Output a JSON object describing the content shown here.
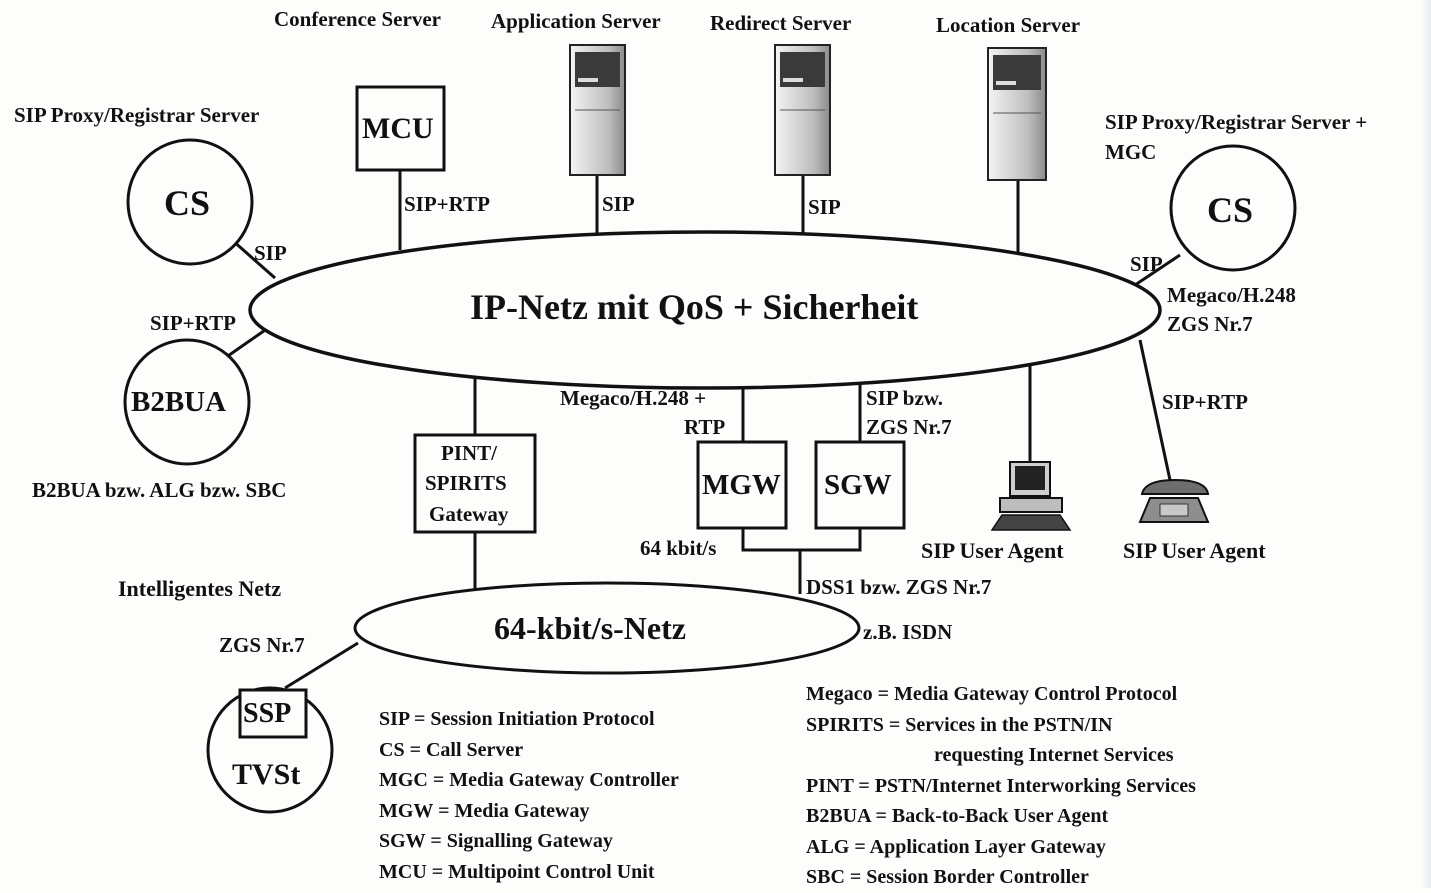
{
  "top_labels": {
    "conference_server": "Conference Server",
    "application_server": "Application Server",
    "redirect_server": "Redirect Server",
    "location_server": "Location Server",
    "sip_proxy_left": "SIP Proxy/Registrar Server",
    "sip_proxy_right_1": "SIP Proxy/Registrar Server +",
    "sip_proxy_right_2": "MGC"
  },
  "nodes": {
    "mcu": "MCU",
    "cs_left": "CS",
    "cs_right": "CS",
    "b2bua": "B2BUA",
    "pint_1": "PINT/",
    "pint_2": "SPIRITS",
    "pint_3": "Gateway",
    "mgw": "MGW",
    "sgw": "SGW",
    "ssp": "SSP",
    "tvst": "TVSt"
  },
  "networks": {
    "ip": "IP-Netz mit QoS + Sicherheit",
    "isdn": "64-kbit/s-Netz"
  },
  "link_labels": {
    "mcu_link": "SIP+RTP",
    "app_link": "SIP",
    "redirect_link": "SIP",
    "cs_left_link": "SIP",
    "b2bua_link": "SIP+RTP",
    "cs_right_link": "SIP",
    "mgc_link_1": "Megaco/H.248",
    "mgc_link_2": "ZGS Nr.7",
    "mgw_link_1": "Megaco/H.248 +",
    "mgw_link_2": "RTP",
    "sgw_link_1": "SIP bzw.",
    "sgw_link_2": "ZGS Nr.7",
    "phone_link": "SIP+RTP",
    "kbit": "64 kbit/s",
    "dss1": "DSS1 bzw. ZGS Nr.7",
    "isdn_example": "z.B. ISDN",
    "zgs": "ZGS Nr.7"
  },
  "captions": {
    "b2bua_caption": "B2BUA bzw. ALG bzw. SBC",
    "intelligent_net": "Intelligentes Netz",
    "ua_pc": "SIP User Agent",
    "ua_phone": "SIP User Agent"
  },
  "legend_left": [
    "SIP = Session Initiation Protocol",
    "CS = Call Server",
    "MGC = Media Gateway Controller",
    "MGW = Media Gateway",
    "SGW = Signalling Gateway",
    "MCU = Multipoint Control Unit"
  ],
  "legend_right": {
    "megaco": "Megaco = Media Gateway Control Protocol",
    "spirits_1": "SPIRITS = Services in the PSTN/IN",
    "spirits_2": "requesting Internet Services",
    "pint": "PINT = PSTN/Internet Interworking Services",
    "b2bua": "B2BUA = Back-to-Back User Agent",
    "alg": "ALG = Application Layer Gateway",
    "sbc": "SBC = Session Border Controller"
  }
}
